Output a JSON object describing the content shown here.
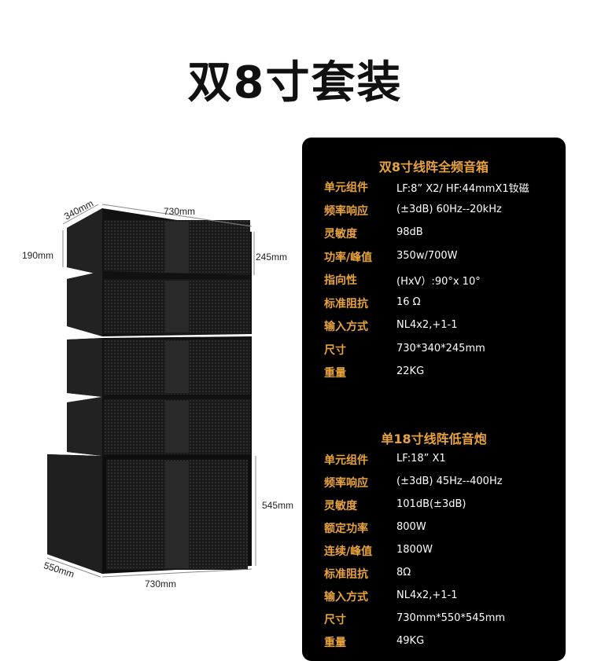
{
  "title": "双8寸套装",
  "dimensions": {
    "top_depth": "340mm",
    "top_width": "730mm",
    "left_height": "190mm",
    "right_height": "245mm",
    "sub_height": "545mm",
    "sub_depth": "550mm",
    "sub_width": "730mm"
  },
  "colors": {
    "accent": "#e8a33d",
    "panel_bg": "#000000",
    "text": "#ffffff"
  },
  "spec1": {
    "title": "双8寸线阵全频音箱",
    "rows": [
      {
        "key": "单元组件",
        "value": "LF:8” X2/ HF:44mmX1钕磁"
      },
      {
        "key": "频率响应",
        "value": "(±3dB) 60Hz--20kHz"
      },
      {
        "key": "灵敏度",
        "value": "98dB"
      },
      {
        "key": "功率/峰值",
        "value": "350w/700W"
      },
      {
        "key": "指向性",
        "value": "(HxV）:90°x 10°"
      },
      {
        "key": "标准阻抗",
        "value": "16 Ω"
      },
      {
        "key": "输入方式",
        "value": "NL4x2,+1-1"
      },
      {
        "key": "尺寸",
        "value": "730*340*245mm"
      },
      {
        "key": "重量",
        "value": "22KG"
      }
    ]
  },
  "spec2": {
    "title": "单18寸线阵低音炮",
    "rows": [
      {
        "key": "单元组件",
        "value": "LF:18” X1"
      },
      {
        "key": "频率响应",
        "value": "(±3dB) 45Hz--400Hz"
      },
      {
        "key": "灵敏度",
        "value": "101dB(±3dB)"
      },
      {
        "key": "额定功率",
        "value": "800W"
      },
      {
        "key": "连续/峰值",
        "value": "1800W"
      },
      {
        "key": "标准阻抗",
        "value": "8Ω"
      },
      {
        "key": "输入方式",
        "value": "NL4x2,+1-1"
      },
      {
        "key": "尺寸",
        "value": "730mm*550*545mm"
      },
      {
        "key": "重量",
        "value": "49KG"
      }
    ]
  }
}
